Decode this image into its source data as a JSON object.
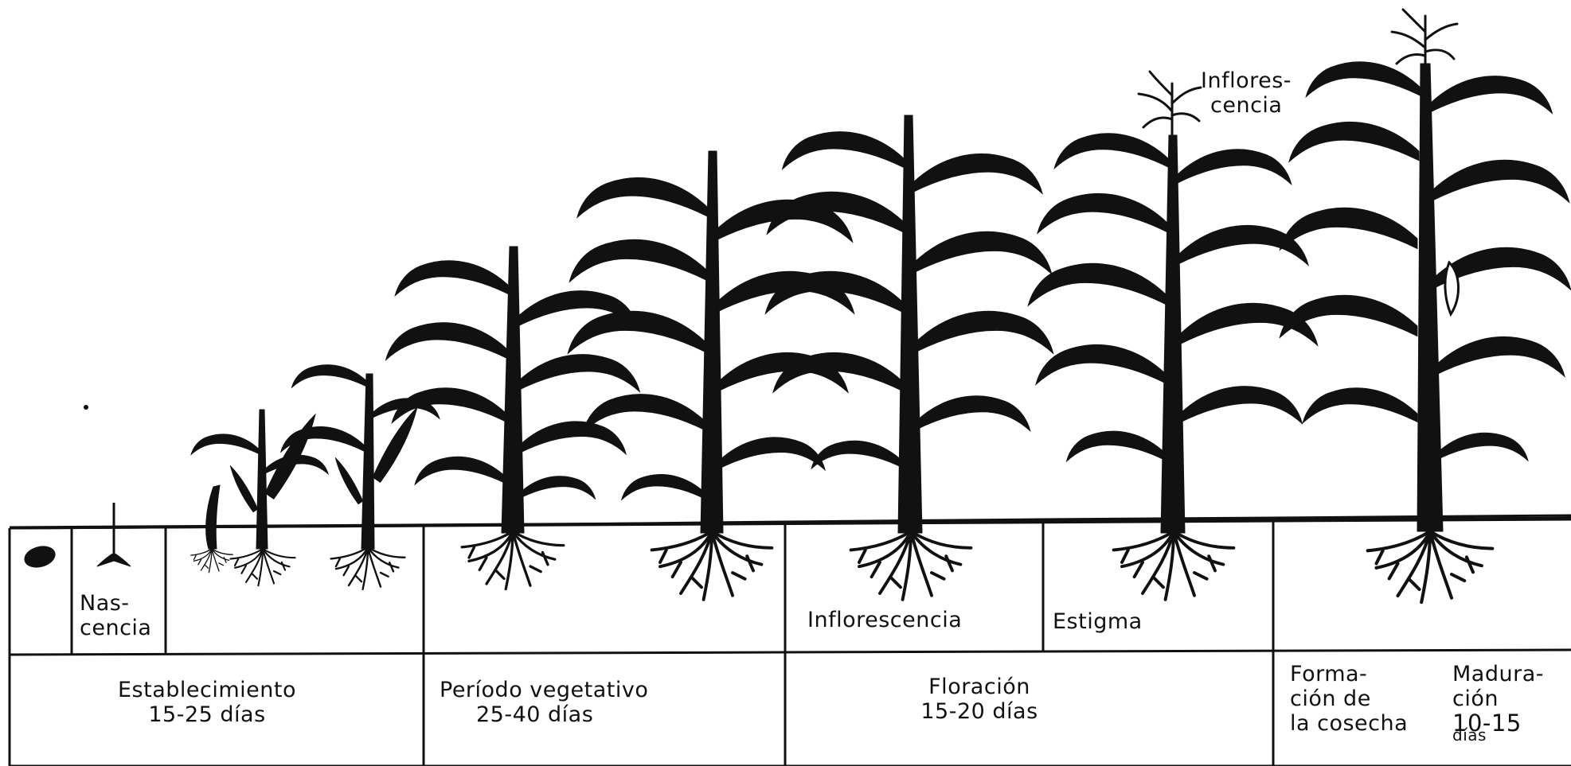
{
  "plant_labels": {
    "inflorescence_top_line1": "Inflores-",
    "inflorescence_top_line2": "cencia"
  },
  "table_row1": {
    "nascencia_line1": "Nas-",
    "nascencia_line2": "cencia",
    "inflorescencia": "Inflorescencia",
    "estigma": "Estigma"
  },
  "stages": {
    "establecimiento": {
      "name": "Establecimiento",
      "duration": "15-25 días"
    },
    "vegetativo": {
      "name": "Período vegetativo",
      "duration": "25-40 días"
    },
    "floracion": {
      "name": "Floración",
      "duration": "15-20 días"
    },
    "formacion": {
      "line1": "Forma-",
      "line2": "ción de",
      "line3": "la cosecha"
    },
    "maduracion": {
      "line1": "Madura-",
      "line2": "ción",
      "line3": "10-15",
      "line4": "días"
    }
  }
}
